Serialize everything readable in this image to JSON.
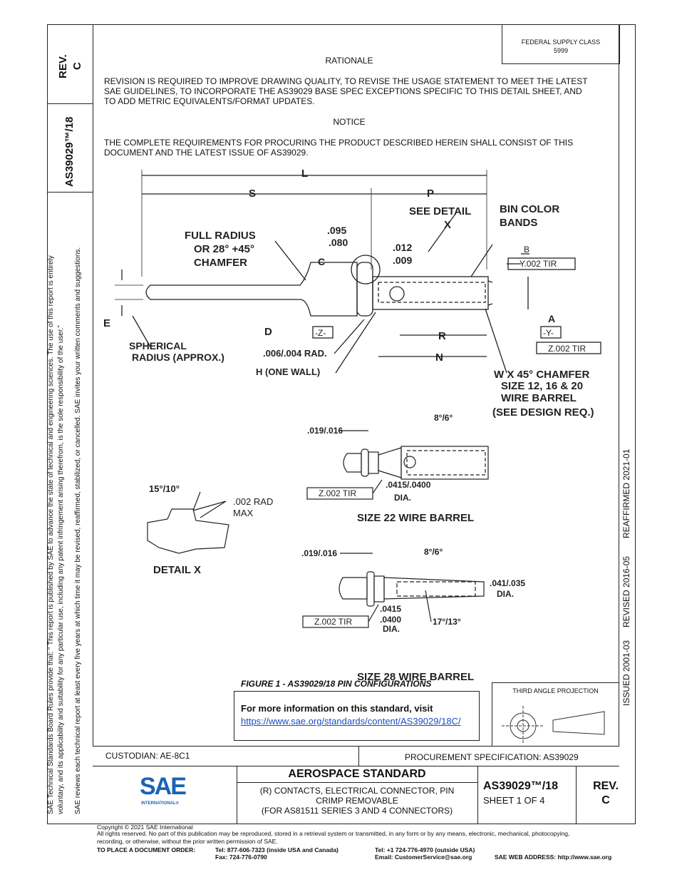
{
  "header": {
    "supply_class_label": "FEDERAL SUPPLY CLASS",
    "supply_class_value": "5999",
    "rev_label": "REV.",
    "rev_value": "C",
    "doc_number": "AS39029™/18"
  },
  "rationale": {
    "heading": "RATIONALE",
    "text": "REVISION IS REQUIRED TO IMPROVE DRAWING QUALITY, TO REVISE THE USAGE STATEMENT TO MEET THE LATEST SAE GUIDELINES, TO INCORPORATE THE AS39029 BASE SPEC EXCEPTIONS SPECIFIC TO THIS DETAIL SHEET, AND TO ADD METRIC EQUIVALENTS/FORMAT UPDATES."
  },
  "notice": {
    "heading": "NOTICE",
    "text": "THE COMPLETE REQUIREMENTS FOR PROCURING THE PRODUCT DESCRIBED HEREIN SHALL CONSIST OF THIS DOCUMENT AND THE LATEST ISSUE OF AS39029."
  },
  "side_notes": {
    "line1": "SAE Technical Standards Board Rules provide that: “  This report is published by SAE to advance the state of technical and engineering sciences. The use of this report is entirely",
    "line2": "voluntary, and its applicability and suitability for any particular use, including any patent infringement arising therefrom, is the sole responsibility of the user.”",
    "line3": "SAE reviews each technical report at least every five years at which time it may be revised, reaffirmed, stabilized, or cancelled. SAE invites your written comments and suggestions."
  },
  "dates": {
    "issued": "ISSUED 2001-03",
    "revised": "REVISED 2016-05",
    "reaffirmed": "REAFFIRMED 2021-01"
  },
  "drawing": {
    "L": "L",
    "S": "S",
    "P": "P",
    "see_detail_x": "SEE DETAIL",
    "x": "X",
    "bin_color_1": "BIN COLOR",
    "bin_color_2": "BANDS",
    "full_radius_1": "FULL RADIUS",
    "full_radius_2": "OR 28° +45°",
    "full_radius_3": "CHAMFER",
    "dim_095": ".095",
    "dim_080": ".080",
    "dim_012": ".012",
    "dim_009": ".009",
    "C": "C",
    "B": "B",
    "Y_tir": "Y.002 TIR",
    "A": "A",
    "Y_datum": "-Y-",
    "Z_tir": "Z.002 TIR",
    "E": "E",
    "D": "D",
    "Z_datum": "-Z-",
    "R": "R",
    "N": "N",
    "spherical_1": "SPHERICAL",
    "spherical_2": "RADIUS (APPROX.)",
    "rad_006": ".006/.004 RAD.",
    "h_one_wall": "H (ONE WALL)",
    "w_chamfer_1": "W X 45° CHAMFER",
    "w_chamfer_2": "SIZE 12, 16 & 20",
    "w_chamfer_3": "WIRE BARREL",
    "w_chamfer_4": "(SEE DESIGN REQ.)",
    "s22_019": ".019/.016",
    "s22_angle": "8°/6°",
    "s22_tir": "Z.002 TIR",
    "s22_dia_1": ".0415/.0400",
    "s22_dia_2": "DIA.",
    "s22_title": "SIZE 22 WIRE BARREL",
    "dx_angle": "15°/10°",
    "dx_rad_1": ".002 RAD",
    "dx_rad_2": "MAX",
    "dx_title": "DETAIL X",
    "s28_019": ".019/.016",
    "s28_angle": "8°/6°",
    "s28_dia_r_1": ".041/.035",
    "s28_dia_r_2": "DIA.",
    "s28_tir": "Z.002 TIR",
    "s28_dia_1": ".0415",
    "s28_dia_2": ".0400",
    "s28_dia_3": "DIA.",
    "s28_angle2": "17°/13°",
    "s28_title": "SIZE 28 WIRE BARREL"
  },
  "figure_caption": "FIGURE 1 - AS39029/18 PIN CONFIGURATIONS",
  "info_box": {
    "text": "For more information on this standard, visit",
    "link": "https://www.sae.org/standards/content/AS39029/18C/"
  },
  "projection": {
    "label": "THIRD ANGLE PROJECTION"
  },
  "title_block": {
    "custodian": "CUSTODIAN: AE-8C1",
    "procurement": "PROCUREMENT SPECIFICATION: AS39029",
    "logo_text": "SAE",
    "logo_sub": "INTERNATIONAL®",
    "standard_type": "AEROSPACE STANDARD",
    "title_1": "(R) CONTACTS, ELECTRICAL CONNECTOR, PIN",
    "title_2": "CRIMP REMOVABLE",
    "title_3": "(FOR AS81511 SERIES 3 AND 4 CONNECTORS)",
    "doc_number": "AS39029™/18",
    "sheet": "SHEET 1 OF 4",
    "rev_label": "REV.",
    "rev_value": "C"
  },
  "footer": {
    "copyright": "Copyright © 2021 SAE International",
    "rights_1": "All rights reserved. No part of this publication may be reproduced, stored in a retrieval system or transmitted, in any form or by any means, electronic, mechanical, photocopying,",
    "rights_2": "recording, or otherwise, without the prior written permission of SAE.",
    "order_label": "TO PLACE A DOCUMENT ORDER:",
    "tel_usa": "Tel: 877-606-7323 (inside USA and Canada)",
    "fax": "Fax: 724-776-0790",
    "tel_out": "Tel: +1 724-776-4970 (outside USA)",
    "email": "Email: CustomerService@sae.org",
    "web": "SAE WEB ADDRESS: http://www.sae.org"
  },
  "colors": {
    "line": "#222222",
    "link": "#1a4fbf",
    "sae_blue": "#1b63b6"
  }
}
